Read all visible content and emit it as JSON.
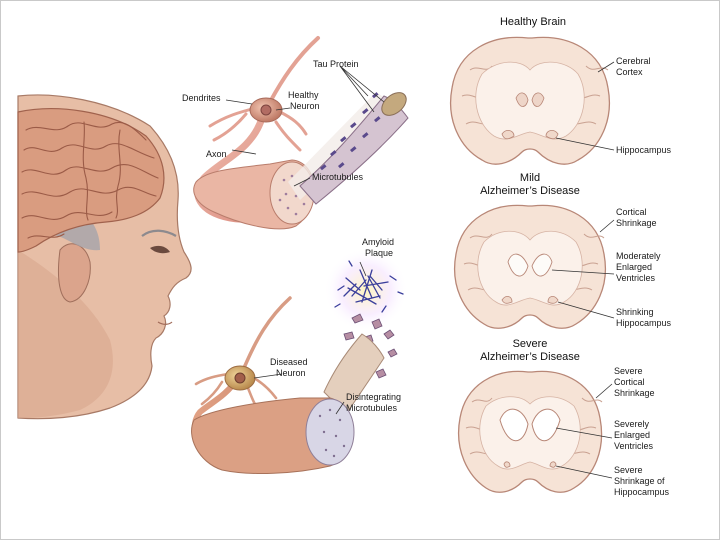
{
  "colors": {
    "brain_fill": "#f6e3d6",
    "brain_outline": "#b88777",
    "white_matter": "#fbf1ea",
    "neuron_pink": "#e9a99b",
    "neuron_body": "#c98b7e",
    "tau_purple": "#5a4a8c",
    "plaque_blue": "#3b3f9c",
    "skin": "#e9c2aa",
    "head_brain": "#d69b7e",
    "hair": "#a4a2a6",
    "leader_line": "#333333"
  },
  "neuron": {
    "dendrites": "Dendrites",
    "healthy_line1": "Healthy",
    "healthy_line2": "Neuron",
    "axon": "Axon",
    "tau_protein": "Tau Protein",
    "microtubules": "Microtubules",
    "amyloid_line1": "Amyloid",
    "amyloid_line2": "Plaque",
    "diseased_line1": "Diseased",
    "diseased_line2": "Neuron",
    "disint_line1": "Disintegrating",
    "disint_line2": "Microtubules"
  },
  "brains": {
    "healthy_title": "Healthy Brain",
    "mild_title1": "Mild",
    "mild_title2": "Alzheimer’s Disease",
    "severe_title1": "Severe",
    "severe_title2": "Alzheimer’s Disease",
    "healthy_labels": {
      "cortex1": "Cerebral",
      "cortex2": "Cortex",
      "hippocampus": "Hippocampus"
    },
    "mild_labels": {
      "shrink1": "Cortical",
      "shrink2": "Shrinkage",
      "vent1": "Moderately",
      "vent2": "Enlarged",
      "vent3": "Ventricles",
      "hip1": "Shrinking",
      "hip2": "Hippocampus"
    },
    "severe_labels": {
      "shrink1": "Severe",
      "shrink2": "Cortical",
      "shrink3": "Shrinkage",
      "vent1": "Severely",
      "vent2": "Enlarged",
      "vent3": "Ventricles",
      "hip1": "Severe",
      "hip2": "Shrinkage of",
      "hip3": "Hippocampus"
    }
  }
}
